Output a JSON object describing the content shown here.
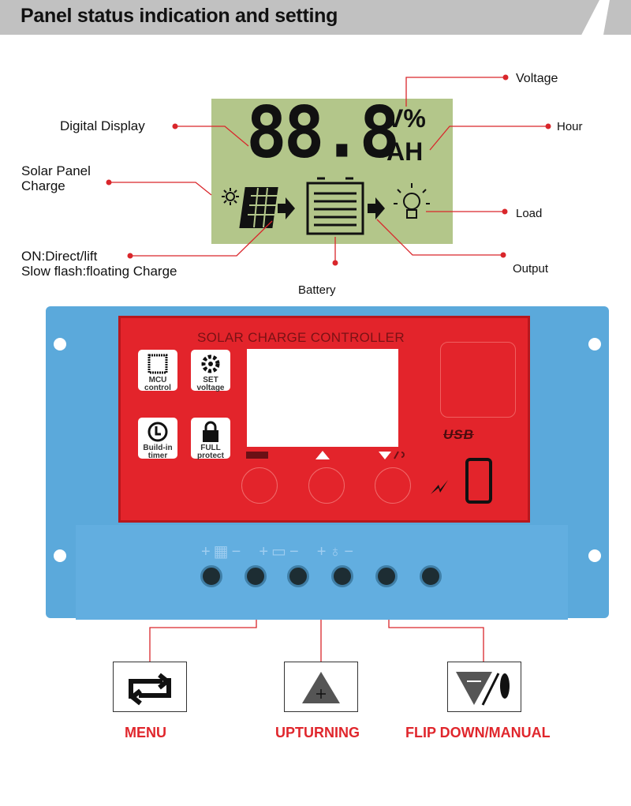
{
  "header": {
    "title": "Panel status indication and setting"
  },
  "lcd": {
    "digits": "88.8",
    "unit_top": "V%",
    "unit_bottom": "AH"
  },
  "callouts": {
    "voltage": "Voltage",
    "hour": "Hour",
    "load": "Load",
    "output": "Output",
    "battery": "Battery",
    "digital_display": "Digital Display",
    "solar_panel_charge_1": "Solar Panel",
    "solar_panel_charge_2": "Charge",
    "on_direct": "ON:Direct/lift",
    "slow_flash": "Slow flash:floating Charge"
  },
  "controller": {
    "title": "SOLAR CHARGE CONTROLLER",
    "features": [
      {
        "line1": "MCU",
        "line2": "control",
        "icon": "chip-icon"
      },
      {
        "line1": "SET",
        "line2": "voltage",
        "icon": "gear-icon"
      },
      {
        "line1": "Build-in",
        "line2": "timer",
        "icon": "clock-icon"
      },
      {
        "line1": "FULL",
        "line2": "protect",
        "icon": "lock-icon"
      }
    ],
    "usb_label": "USB"
  },
  "buttons": [
    {
      "label": "MENU",
      "icon": "menu-cycle-icon"
    },
    {
      "label": "UPTURNING",
      "icon": "up-plus-icon"
    },
    {
      "label": "FLIP DOWN/MANUAL",
      "icon": "down-minus-manual-icon"
    }
  ],
  "colors": {
    "accent": "#e0262c",
    "lcd": "#b3c68a",
    "body": "#5ba9db"
  }
}
